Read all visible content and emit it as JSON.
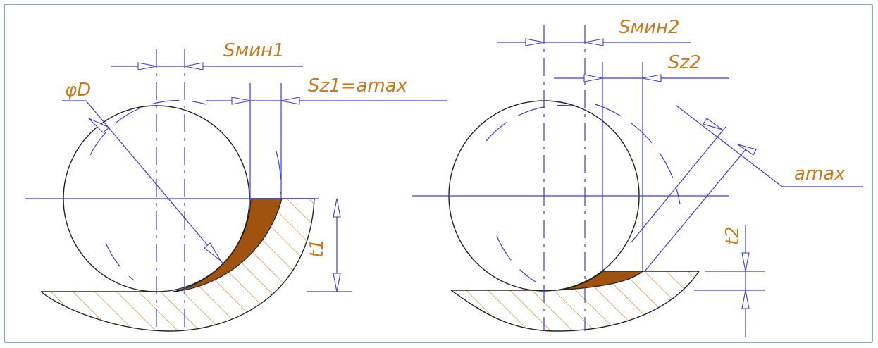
{
  "labels": {
    "diameter": "φD",
    "s_min_1": "Sмин1",
    "s_z1": "Sz1=amax",
    "t1": "t1",
    "s_min_2": "Sмин2",
    "s_z2": "Sz2",
    "a_max": "amax",
    "t2": "t2"
  },
  "colors": {
    "dimension_lines": "#3b3bdc",
    "label_text": "#c97a1e",
    "chip_fill": "#a0520f",
    "hatch": "#d88a3a",
    "outline": "#222222",
    "frame_border": "#8ea9c8"
  }
}
